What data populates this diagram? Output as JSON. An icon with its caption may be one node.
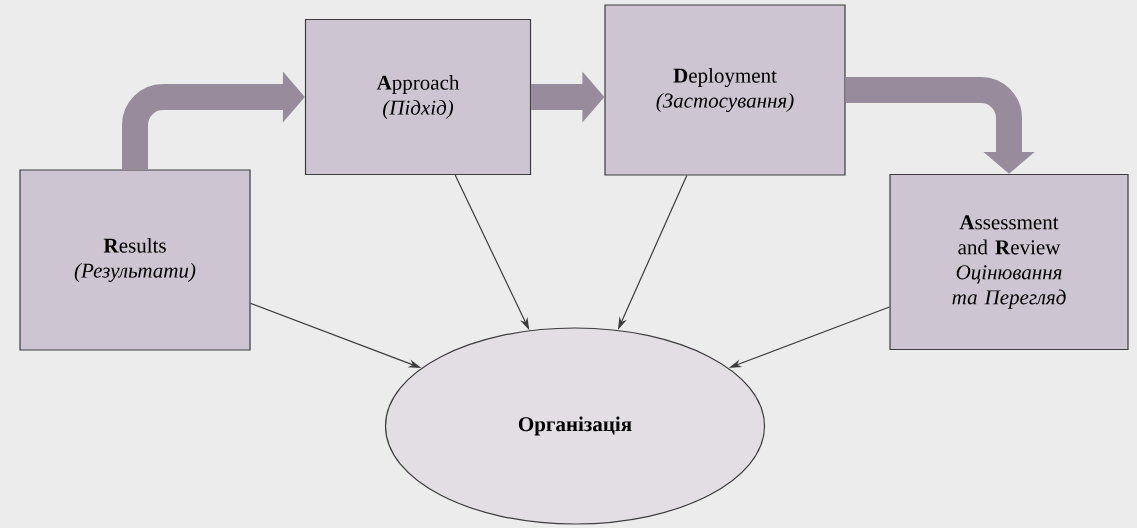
{
  "diagram": {
    "nodes": [
      {
        "text": [
          "**R**esults",
          "(Результати)"
        ]
      },
      {
        "text": [
          "**A**pproach",
          "(Підхід)"
        ]
      },
      {
        "text": [
          "**D**eployment",
          "(Застосування)"
        ]
      },
      {
        "text": [
          "**A**ssessment and **R**eview",
          "Оцінювання та Перегляд"
        ]
      },
      {
        "text": [
          "Організація"
        ]
      }
    ],
    "edges": [
      {
        "from": 0,
        "to": 1,
        "arrow": "to",
        "style": "thick",
        "color": "#968c9b"
      },
      {
        "from": 1,
        "to": 2,
        "arrow": "to",
        "style": "thick",
        "color": "#968c9b"
      },
      {
        "from": 2,
        "to": 3,
        "arrow": "to",
        "style": "thick",
        "color": "#968c9b"
      },
      {
        "from": 0,
        "to": 4,
        "arrow": "to"
      },
      {
        "from": 1,
        "to": 4,
        "arrow": "to"
      },
      {
        "from": 2,
        "to": 4,
        "arrow": "to"
      },
      {
        "from": 3,
        "to": 4,
        "arrow": "to"
      }
    ]
  }
}
